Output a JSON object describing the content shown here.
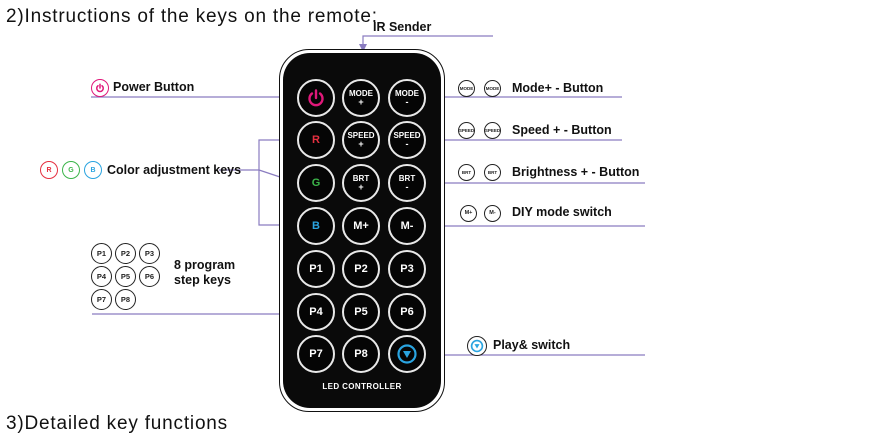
{
  "headings": {
    "instructions": "2)Instructions of the keys on the remote:",
    "detailed": "3)Detailed key functions"
  },
  "labels": {
    "ir_sender": "IR Sender",
    "power": "Power Button",
    "color": "Color adjustment keys",
    "program_line1": "8 program",
    "program_line2": "step keys",
    "mode": "Mode+ - Button",
    "speed": "Speed + - Button",
    "brightness": "Brightness + - Button",
    "diy": "DIY mode switch",
    "play": "Play& switch"
  },
  "remote": {
    "brand": "LED CONTROLLER",
    "keys": {
      "r": "R",
      "g": "G",
      "b": "B",
      "mode": "MODE",
      "speed": "SPEED",
      "brt": "BRT",
      "plus": "+",
      "minus": "-",
      "m_plus": "M+",
      "m_minus": "M-",
      "p1": "P1",
      "p2": "P2",
      "p3": "P3",
      "p4": "P4",
      "p5": "P5",
      "p6": "P6",
      "p7": "P7",
      "p8": "P8"
    }
  },
  "colors": {
    "power": "#e0187a",
    "red": "#e53040",
    "green": "#3cb54a",
    "blue": "#2aa4e0",
    "line": "#8a7cc0"
  }
}
